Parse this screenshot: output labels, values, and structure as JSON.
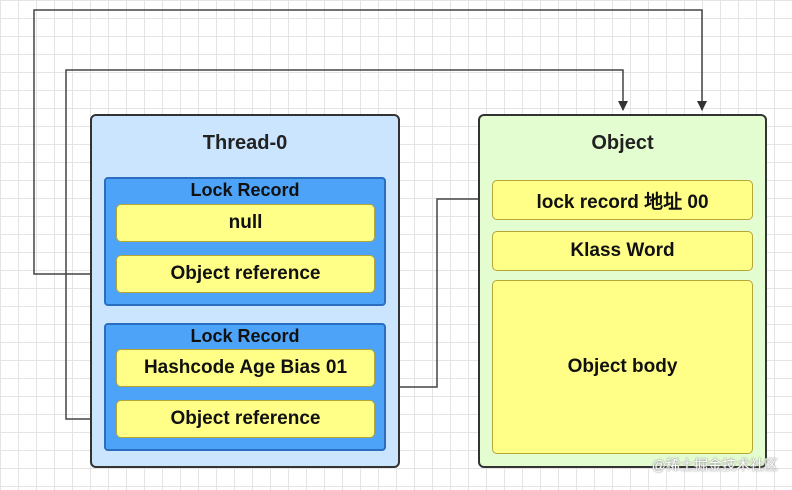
{
  "thread": {
    "title": "Thread-0",
    "records": [
      {
        "title": "Lock Record",
        "top_value": "null",
        "reference": "Object reference"
      },
      {
        "title": "Lock Record",
        "top_value": "Hashcode Age Bias 01",
        "reference": "Object reference"
      }
    ]
  },
  "object": {
    "title": "Object",
    "header_word": "lock  record 地址 00",
    "klass_word": "Klass Word",
    "body": "Object body"
  },
  "watermark": "@稀土掘金技术社区"
}
